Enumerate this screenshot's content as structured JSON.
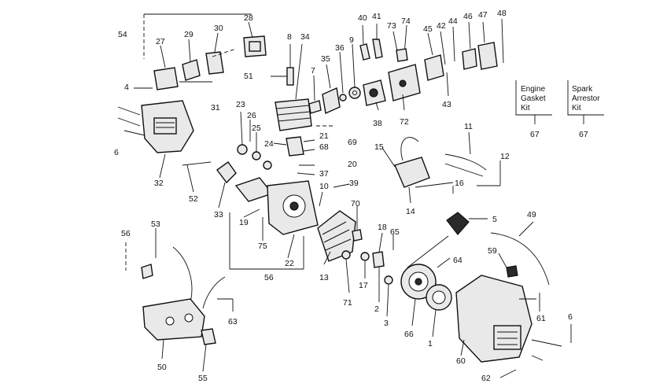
{
  "labels": {
    "n1": "1",
    "n2": "2",
    "n3": "3",
    "n4": "4",
    "n5": "5",
    "n6a": "6",
    "n6b": "6",
    "n7": "7",
    "n8": "8",
    "n9": "9",
    "n10": "10",
    "n11": "11",
    "n12": "12",
    "n13": "13",
    "n14": "14",
    "n15": "15",
    "n16": "16",
    "n17": "17",
    "n18": "18",
    "n19": "19",
    "n20": "20",
    "n21": "21",
    "n22": "22",
    "n23": "23",
    "n24": "24",
    "n25": "25",
    "n26": "26",
    "n27": "27",
    "n28": "28",
    "n29": "29",
    "n30": "30",
    "n31": "31",
    "n32": "32",
    "n33": "33",
    "n34": "34",
    "n35": "35",
    "n36": "36",
    "n37": "37",
    "n38": "38",
    "n39": "39",
    "n40": "40",
    "n41": "41",
    "n42": "42",
    "n43": "43",
    "n44": "44",
    "n45": "45",
    "n46": "46",
    "n47": "47",
    "n48": "48",
    "n49": "49",
    "n50": "50",
    "n51": "51",
    "n52": "52",
    "n53": "53",
    "n54": "54",
    "n55": "55",
    "n56a": "56",
    "n56b": "56",
    "n59": "59",
    "n60": "60",
    "n61": "61",
    "n62": "62",
    "n63": "63",
    "n64": "64",
    "n65": "65",
    "n66": "66",
    "n67a": "67",
    "n67b": "67",
    "n68": "68",
    "n69": "69",
    "n70": "70",
    "n71": "71",
    "n72": "72",
    "n73": "73",
    "n74": "74",
    "n75": "75"
  },
  "kits": {
    "engine_gasket": [
      "Engine",
      "Gasket",
      "Kit"
    ],
    "spark_arrestor": [
      "Spark",
      "Arrestor",
      "Kit"
    ]
  }
}
